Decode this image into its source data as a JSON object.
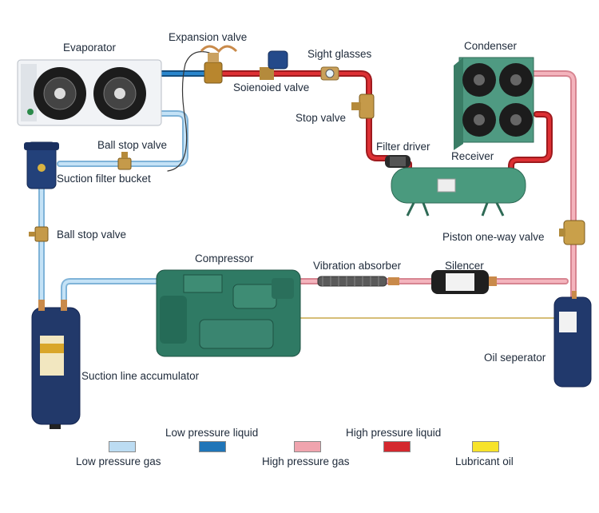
{
  "components": {
    "evaporator": "Evaporator",
    "expansion_valve": "Expansion valve",
    "solenoid_valve": "Soienoied valve",
    "sight_glasses": "Sight glasses",
    "condenser": "Condenser",
    "stop_valve": "Stop valve",
    "filter_driver": "Filter driver",
    "receiver": "Receiver",
    "ball_stop_valve_top": "Ball stop valve",
    "suction_filter_bucket": "Suction filter bucket",
    "ball_stop_valve_left": "Ball stop valve",
    "piston_one_way_valve": "Piston one-way valve",
    "compressor": "Compressor",
    "vibration_absorber": "Vibration absorber",
    "silencer": "Silencer",
    "oil_separator": "Oil seperator",
    "suction_line_accumulator": "Suction line accumulator"
  },
  "legend": [
    {
      "label": "Low pressure gas",
      "color": "#bcdcf2"
    },
    {
      "label": "Low pressure liquid",
      "color": "#1f75b8"
    },
    {
      "label": "High pressure gas",
      "color": "#f0a4ae"
    },
    {
      "label": "High pressure liquid",
      "color": "#d4282e"
    },
    {
      "label": "Lubricant oil",
      "color": "#f7e32a"
    }
  ],
  "colors": {
    "low_pressure_gas": "#bcdcf2",
    "low_pressure_liquid": "#1f75b8",
    "high_pressure_gas": "#f0a4ae",
    "high_pressure_liquid": "#d4282e",
    "lubricant_oil": "#c9a94a",
    "equipment_green": "#3f8f72",
    "vessel_navy": "#1d3563"
  }
}
